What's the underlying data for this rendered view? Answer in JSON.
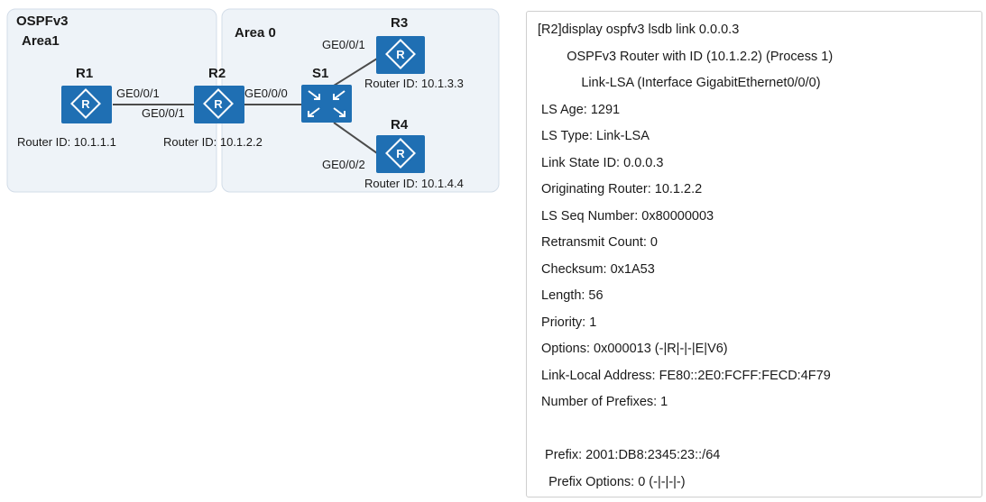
{
  "topology": {
    "area1_label_line1": "OSPFv3",
    "area1_label_line2": "Area1",
    "area0_label": "Area 0",
    "devices": [
      {
        "id": "R1",
        "name": "R1",
        "type": "router",
        "router_id_text": "Router ID:  10.1.1.1"
      },
      {
        "id": "R2",
        "name": "R2",
        "type": "router",
        "router_id_text": "Router ID:  10.1.2.2"
      },
      {
        "id": "S1",
        "name": "S1",
        "type": "switch",
        "router_id_text": ""
      },
      {
        "id": "R3",
        "name": "R3",
        "type": "router",
        "router_id_text": "Router ID:  10.1.3.3"
      },
      {
        "id": "R4",
        "name": "R4",
        "type": "router",
        "router_id_text": "Router ID:  10.1.4.4"
      }
    ],
    "interfaces": {
      "r1_r2_top": "GE0/0/1",
      "r1_r2_bottom": "GE0/0/1",
      "r2_s1": "GE0/0/0",
      "s1_r3": "GE0/0/1",
      "s1_r4": "GE0/0/2"
    },
    "colors": {
      "device": "#1f6fb3",
      "area_background": "#eef3f8",
      "link": "#4b4b4b"
    },
    "icons": {
      "router": "router-icon",
      "switch": "switch-icon"
    }
  },
  "cli": {
    "lines": [
      "[R2]display ospfv3 lsdb link 0.0.0.3",
      "        OSPFv3 Router with ID (10.1.2.2) (Process 1)",
      "            Link-LSA (Interface GigabitEthernet0/0/0)",
      " LS Age: 1291",
      " LS Type: Link-LSA",
      " Link State ID: 0.0.0.3",
      " Originating Router: 10.1.2.2",
      " LS Seq Number: 0x80000003",
      " Retransmit Count: 0",
      " Checksum: 0x1A53",
      " Length: 56",
      " Priority: 1",
      " Options: 0x000013 (-|R|-|-|E|V6)",
      " Link-Local Address: FE80::2E0:FCFF:FECD:4F79",
      " Number of Prefixes: 1",
      "",
      "  Prefix: 2001:DB8:2345:23::/64",
      "   Prefix Options: 0 (-|-|-|-)"
    ]
  }
}
